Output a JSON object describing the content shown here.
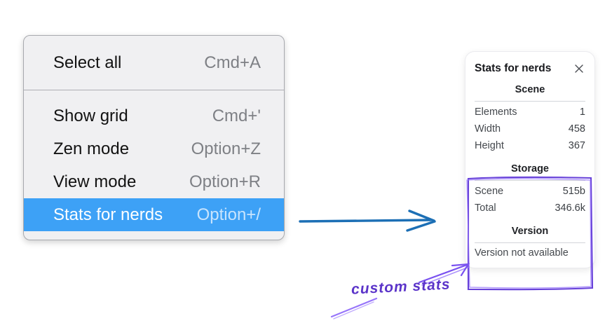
{
  "context_menu": {
    "items": [
      {
        "label": "Select all",
        "shortcut": "Cmd+A",
        "selected": false
      },
      {
        "label": "Show grid",
        "shortcut": "Cmd+'",
        "selected": false
      },
      {
        "label": "Zen mode",
        "shortcut": "Option+Z",
        "selected": false
      },
      {
        "label": "View mode",
        "shortcut": "Option+R",
        "selected": false
      },
      {
        "label": "Stats for nerds",
        "shortcut": "Option+/",
        "selected": true
      }
    ]
  },
  "stats_panel": {
    "title": "Stats for nerds",
    "sections": [
      {
        "heading": "Scene",
        "rows": [
          {
            "label": "Elements",
            "value": "1"
          },
          {
            "label": "Width",
            "value": "458"
          },
          {
            "label": "Height",
            "value": "367"
          }
        ]
      },
      {
        "heading": "Storage",
        "rows": [
          {
            "label": "Scene",
            "value": "515b"
          },
          {
            "label": "Total",
            "value": "346.6k"
          }
        ]
      },
      {
        "heading": "Version",
        "note": "Version not available"
      }
    ]
  },
  "annotations": {
    "custom_label": "custom stats"
  },
  "colors": {
    "menu_highlight": "#3da1f6",
    "menu_background": "#f0f0f2",
    "blue_arrow": "#1c6fb5",
    "purple": "#6741d9",
    "purple_light": "#9775fa",
    "label_purple": "#5b34c9"
  }
}
